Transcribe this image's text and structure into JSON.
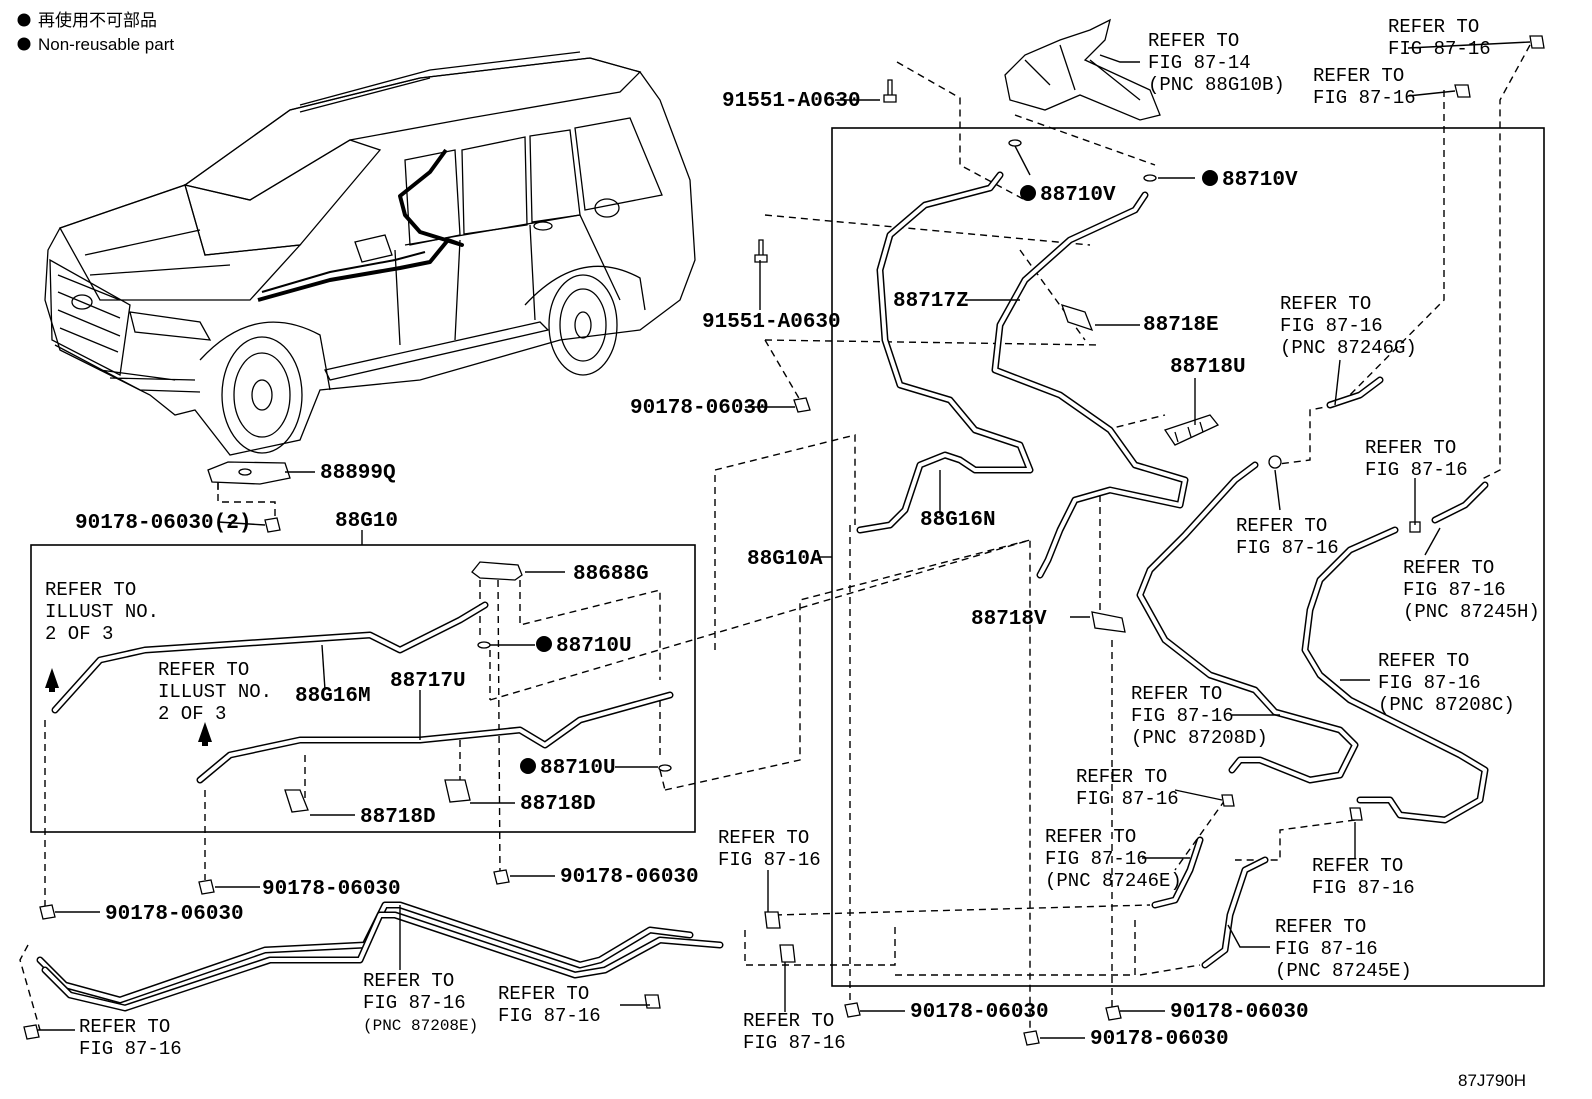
{
  "legend": {
    "line1": "再使用不可部品",
    "line2": "Non-reusable part"
  },
  "footer_code": "87J790H",
  "labels": [
    {
      "id": "r1",
      "lines": [
        "REFER TO",
        "FIG 87-14",
        "(PNC 88G10B)"
      ]
    },
    {
      "id": "r2",
      "lines": [
        "REFER TO",
        "FIG 87-16"
      ]
    },
    {
      "id": "r3",
      "lines": [
        "REFER TO",
        "FIG 87-16"
      ]
    },
    {
      "id": "p91551a",
      "text": "91551-A0630"
    },
    {
      "id": "p88710v1",
      "text": "88710V"
    },
    {
      "id": "p88710v2",
      "text": "88710V"
    },
    {
      "id": "p91551b",
      "text": "91551-A0630"
    },
    {
      "id": "p88717z",
      "text": "88717Z"
    },
    {
      "id": "p88718e",
      "text": "88718E"
    },
    {
      "id": "r4",
      "lines": [
        "REFER TO",
        "FIG 87-16",
        "(PNC 87246G)"
      ]
    },
    {
      "id": "p88718u",
      "text": "88718U"
    },
    {
      "id": "p90178a",
      "text": "90178-06030"
    },
    {
      "id": "p88899q",
      "text": "88899Q"
    },
    {
      "id": "r5",
      "lines": [
        "REFER TO",
        "FIG 87-16"
      ]
    },
    {
      "id": "p90178b",
      "text": "90178-06030(2)"
    },
    {
      "id": "p88g10",
      "text": "88G10"
    },
    {
      "id": "p88g16n",
      "text": "88G16N"
    },
    {
      "id": "r6",
      "lines": [
        "REFER TO",
        "FIG 87-16"
      ]
    },
    {
      "id": "r7",
      "lines": [
        "REFER TO",
        "FIG 87-16",
        "(PNC 87245H)"
      ]
    },
    {
      "id": "p88g10a",
      "text": "88G10A"
    },
    {
      "id": "r8",
      "lines": [
        "REFER TO",
        "ILLUST NO.",
        "2 OF 3"
      ]
    },
    {
      "id": "p88688g",
      "text": "88688G"
    },
    {
      "id": "p88710u1",
      "text": "88710U"
    },
    {
      "id": "p88718v",
      "text": "88718V"
    },
    {
      "id": "r9",
      "lines": [
        "REFER TO",
        "ILLUST NO.",
        "2 OF 3"
      ]
    },
    {
      "id": "p88g16m",
      "text": "88G16M"
    },
    {
      "id": "p88717u",
      "text": "88717U"
    },
    {
      "id": "r10",
      "lines": [
        "REFER TO",
        "FIG 87-16",
        "(PNC 87208C)"
      ]
    },
    {
      "id": "r11",
      "lines": [
        "REFER TO",
        "FIG 87-16",
        "(PNC 87208D)"
      ]
    },
    {
      "id": "p88710u2",
      "text": "88710U"
    },
    {
      "id": "r12",
      "lines": [
        "REFER TO",
        "FIG 87-16"
      ]
    },
    {
      "id": "p88718d1",
      "text": "88718D"
    },
    {
      "id": "p88718d2",
      "text": "88718D"
    },
    {
      "id": "r13",
      "lines": [
        "REFER TO",
        "FIG 87-16"
      ]
    },
    {
      "id": "r14",
      "lines": [
        "REFER TO",
        "FIG 87-16",
        "(PNC 87246E)"
      ]
    },
    {
      "id": "r15",
      "lines": [
        "REFER TO",
        "FIG 87-16"
      ]
    },
    {
      "id": "p90178c",
      "text": "90178-06030"
    },
    {
      "id": "p90178d",
      "text": "90178-06030"
    },
    {
      "id": "p90178e",
      "text": "90178-06030"
    },
    {
      "id": "r16",
      "lines": [
        "REFER TO",
        "FIG 87-16",
        "(PNC 87245E)"
      ]
    },
    {
      "id": "r17",
      "lines": [
        "REFER TO",
        "FIG 87-16",
        "(PNC 87208E)"
      ]
    },
    {
      "id": "r18",
      "lines": [
        "REFER TO",
        "FIG 87-16"
      ]
    },
    {
      "id": "r19",
      "lines": [
        "REFER TO",
        "FIG 87-16"
      ]
    },
    {
      "id": "r20",
      "lines": [
        "REFER TO",
        "FIG 87-16"
      ]
    },
    {
      "id": "p90178f",
      "text": "90178-06030"
    },
    {
      "id": "p90178g",
      "text": "90178-06030"
    },
    {
      "id": "p90178h",
      "text": "90178-06030"
    }
  ]
}
